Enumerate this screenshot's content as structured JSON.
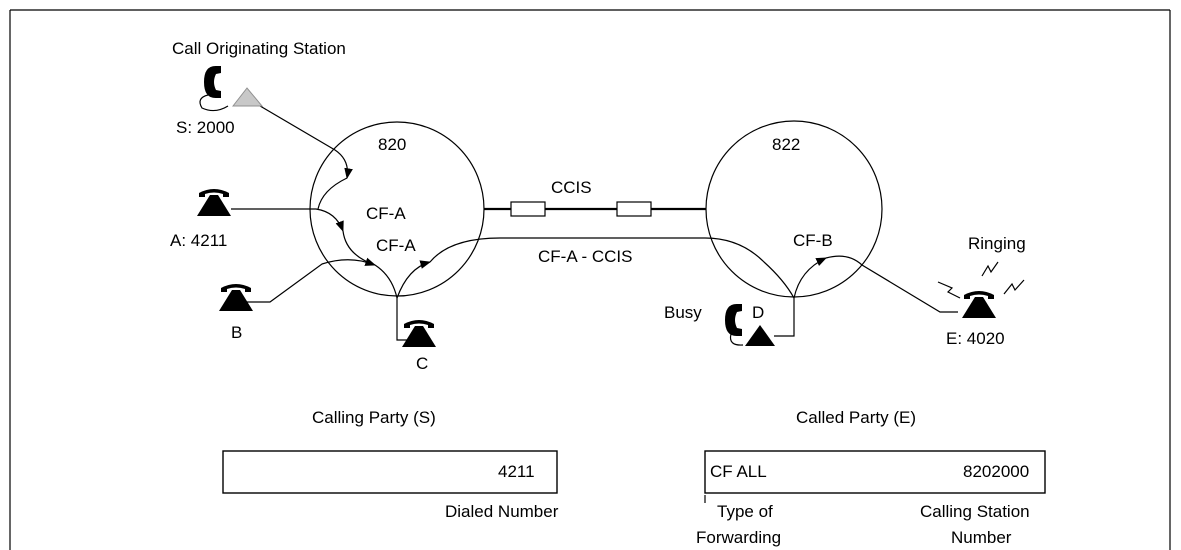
{
  "labels": {
    "originating_title": "Call Originating Station",
    "station_s": "S: 2000",
    "station_a": "A: 4211",
    "station_b": "B",
    "station_c": "C",
    "station_d": "D",
    "station_e": "E: 4020",
    "busy": "Busy",
    "ringing": "Ringing",
    "node_820": "820",
    "node_822": "822",
    "ccis": "CCIS",
    "cf_a_1": "CF-A",
    "cf_a_2": "CF-A",
    "cf_a_ccis": "CF-A - CCIS",
    "cf_b": "CF-B",
    "calling_party": "Calling Party (S)",
    "called_party": "Called Party (E)"
  },
  "displays": {
    "calling": {
      "value": "4211",
      "caption": "Dialed Number"
    },
    "called": {
      "type": "CF ALL",
      "number": "8202000",
      "caption_type_1": "Type of",
      "caption_type_2": "Forwarding",
      "caption_number_1": "Calling Station",
      "caption_number_2": "Number"
    }
  },
  "icons": {
    "handset": "handset-icon",
    "desk_phone": "desk-phone-icon",
    "data_terminal": "triangle-terminal-icon"
  }
}
